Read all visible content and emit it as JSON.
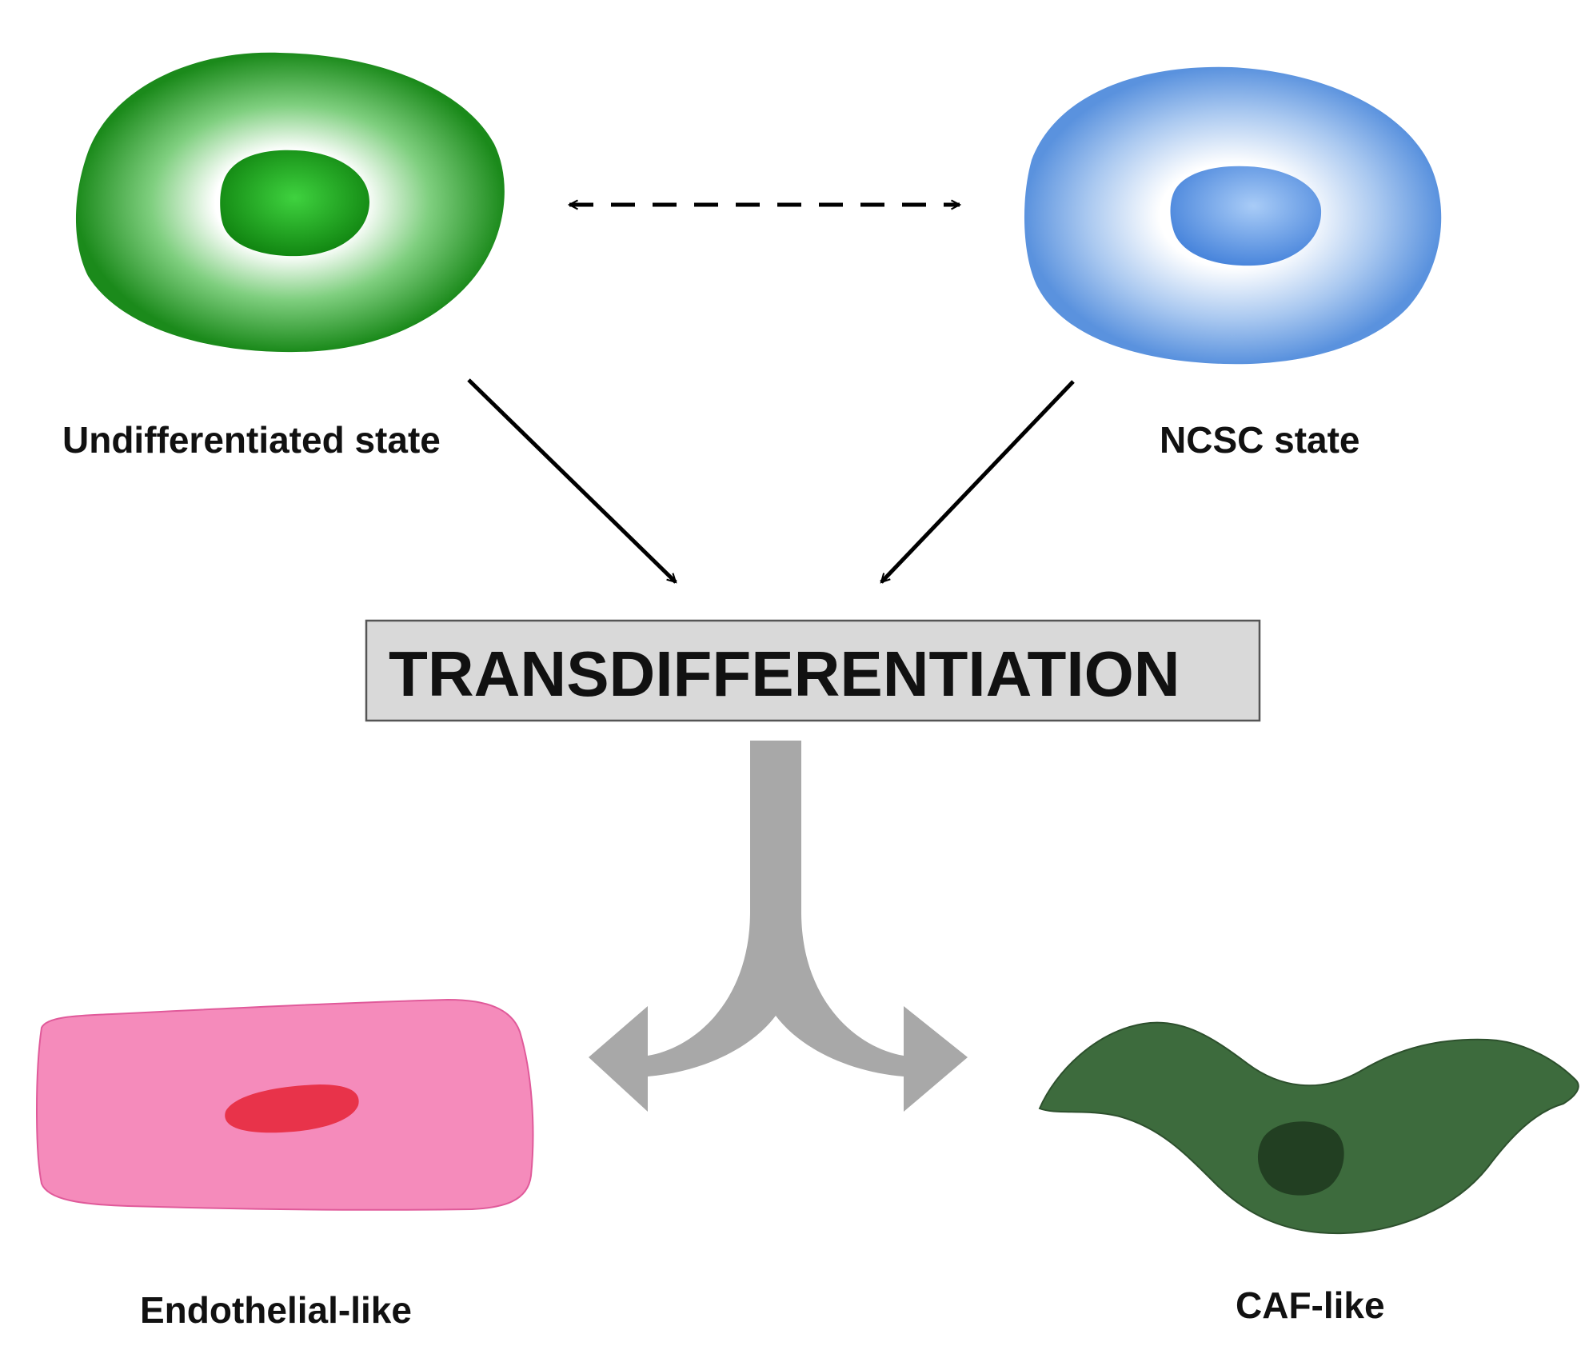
{
  "diagram": {
    "states": {
      "undifferentiated": {
        "label": "Undifferentiated state",
        "membrane_color": "#1e8c1e",
        "nucleus_color": "#2db02d"
      },
      "ncsc": {
        "label": "NCSC state",
        "membrane_color": "#5d95df",
        "nucleus_color": "#4f8ee0"
      }
    },
    "process": {
      "label": "TRANSDIFFERENTIATION",
      "box_fill": "#d9d9d9"
    },
    "outcomes": {
      "endothelial": {
        "label": "Endothelial-like",
        "cell_color": "#f58bbb",
        "nucleus_color": "#e8334a"
      },
      "caf": {
        "label": "CAF-like",
        "cell_color": "#3d6b3d",
        "nucleus_color": "#223f22"
      }
    },
    "arrows": {
      "interconversion": "bidirectional-dashed-arrow",
      "split_color": "#a8a8a8"
    }
  }
}
